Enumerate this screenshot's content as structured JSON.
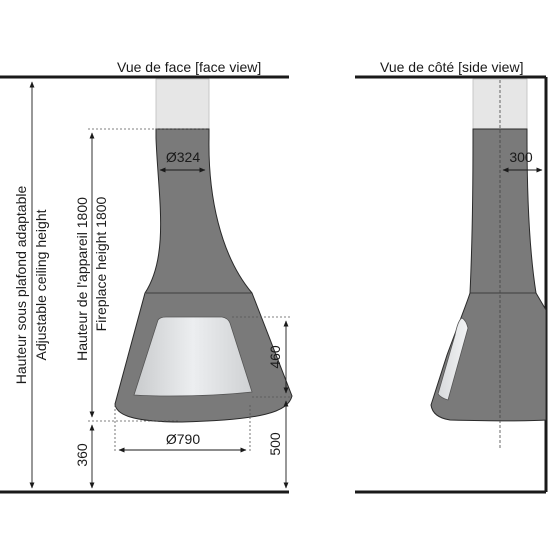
{
  "views": {
    "front_title": "Vue de face [face view]",
    "side_title": "Vue de côté [side view]"
  },
  "dimensions": {
    "ceiling_height_fr": "Hauteur sous plafond adaptable",
    "ceiling_height_en": "Adjustable ceiling height",
    "fireplace_height_fr": "Hauteur de l'appareil 1800",
    "fireplace_height_en": "Fireplace height 1800",
    "flue_diameter": "Ø324",
    "base_diameter": "Ø790",
    "floor_gap": "360",
    "window_height": "460",
    "window_base": "500",
    "side_offset": "300"
  },
  "colors": {
    "body": "#7a7a7a",
    "flue": "#e6e6e6",
    "glass": "#d8dadc",
    "line": "#1a1a1a"
  }
}
